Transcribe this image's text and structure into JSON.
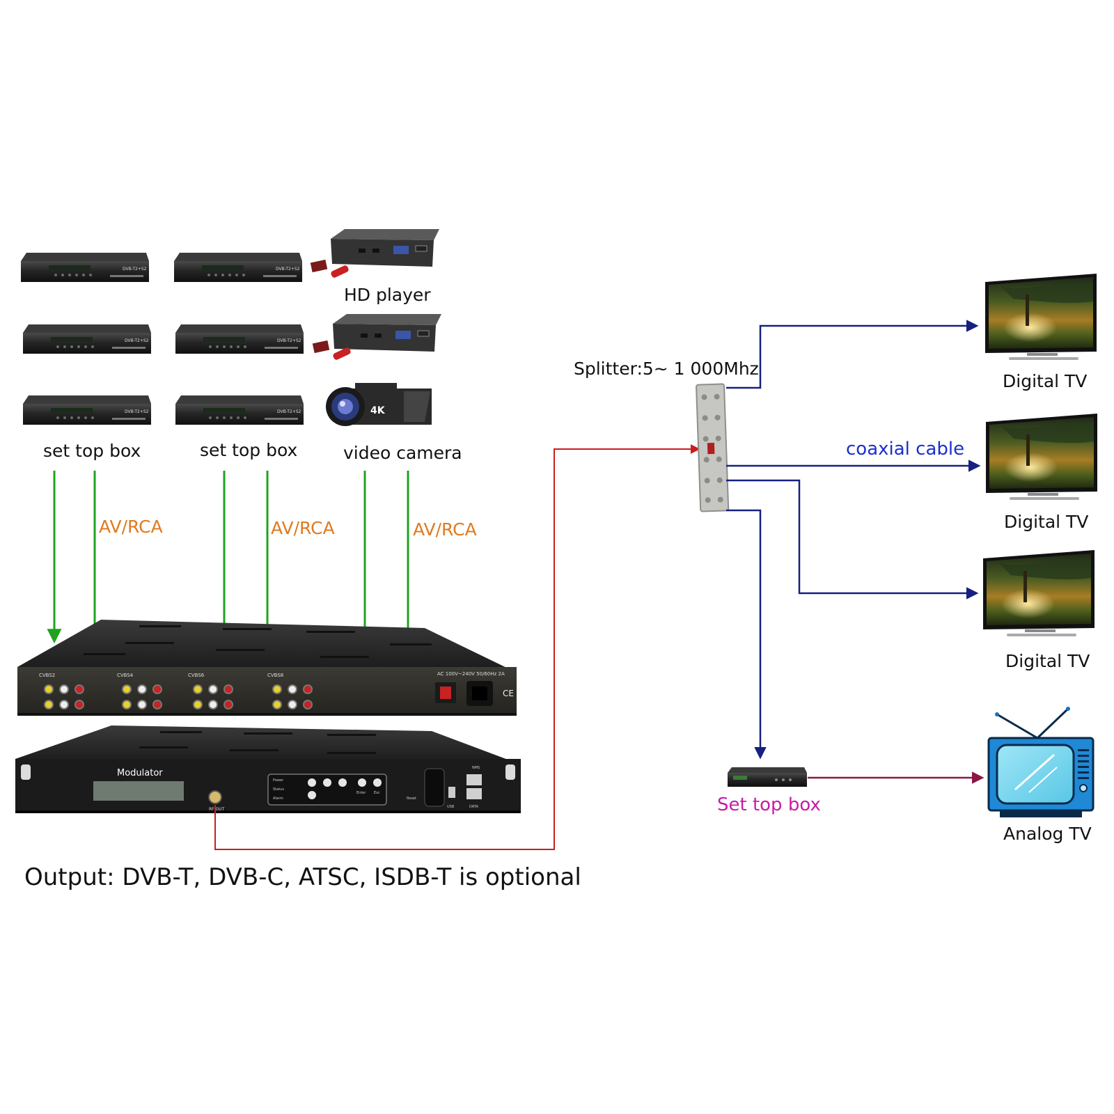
{
  "labels": {
    "hd_player": "HD player",
    "set_top_box_1": "set top box",
    "set_top_box_2": "set top box",
    "video_camera": "video camera",
    "av_rca_1": "AV/RCA",
    "av_rca_2": "AV/RCA",
    "av_rca_3": "AV/RCA",
    "splitter": "Splitter:5~ 1 000Mhz",
    "coaxial_cable": "coaxial cable",
    "digital_tv_1": "Digital TV",
    "digital_tv_2": "Digital TV",
    "digital_tv_3": "Digital TV",
    "set_top_box_out": "Set top box",
    "analog_tv": "Analog TV",
    "output": "Output: DVB-T, DVB-C, ATSC, ISDB-T is optional"
  },
  "device_text": {
    "stb_badge": "DVB-T2+S2",
    "camera_badge": "4K",
    "modulator_name": "Modulator",
    "rf_out": "RF OUT",
    "port_usb": "USB",
    "port_data": "DATA",
    "port_nms": "NMS",
    "btn_power": "Power",
    "btn_status": "Status",
    "btn_alarm": "Alarm",
    "btn_enter": "Enter",
    "btn_esc": "Esc",
    "btn_reset": "Reset",
    "power_spec": "AC 100V~240V 50/60Hz 2A",
    "ce_mark": "CE",
    "cvbs_2": "CVBS2",
    "cvbs_4": "CVBS4",
    "cvbs_6": "CVBS6",
    "cvbs_8": "CVBS8"
  },
  "colors": {
    "green_arrow": "#1fa31f",
    "red_line": "#c81e1e",
    "blue_line": "#16207f",
    "purple_line": "#8a1846",
    "av_label": "#e07a1f",
    "coax_label": "#1a2fd0",
    "stb_label": "#c81ca6"
  }
}
